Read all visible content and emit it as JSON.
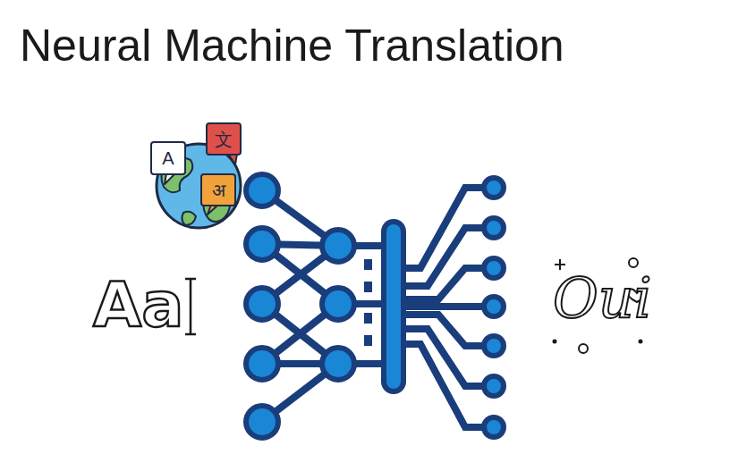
{
  "diagram": {
    "title": "Neural Machine Translation",
    "nodes": [
      {
        "text": [
          "A"
        ]
      },
      {
        "text": [
          "文"
        ]
      },
      {
        "text": [
          "अ"
        ]
      }
    ],
    "labels": [
      "Aa",
      "Oui"
    ]
  }
}
